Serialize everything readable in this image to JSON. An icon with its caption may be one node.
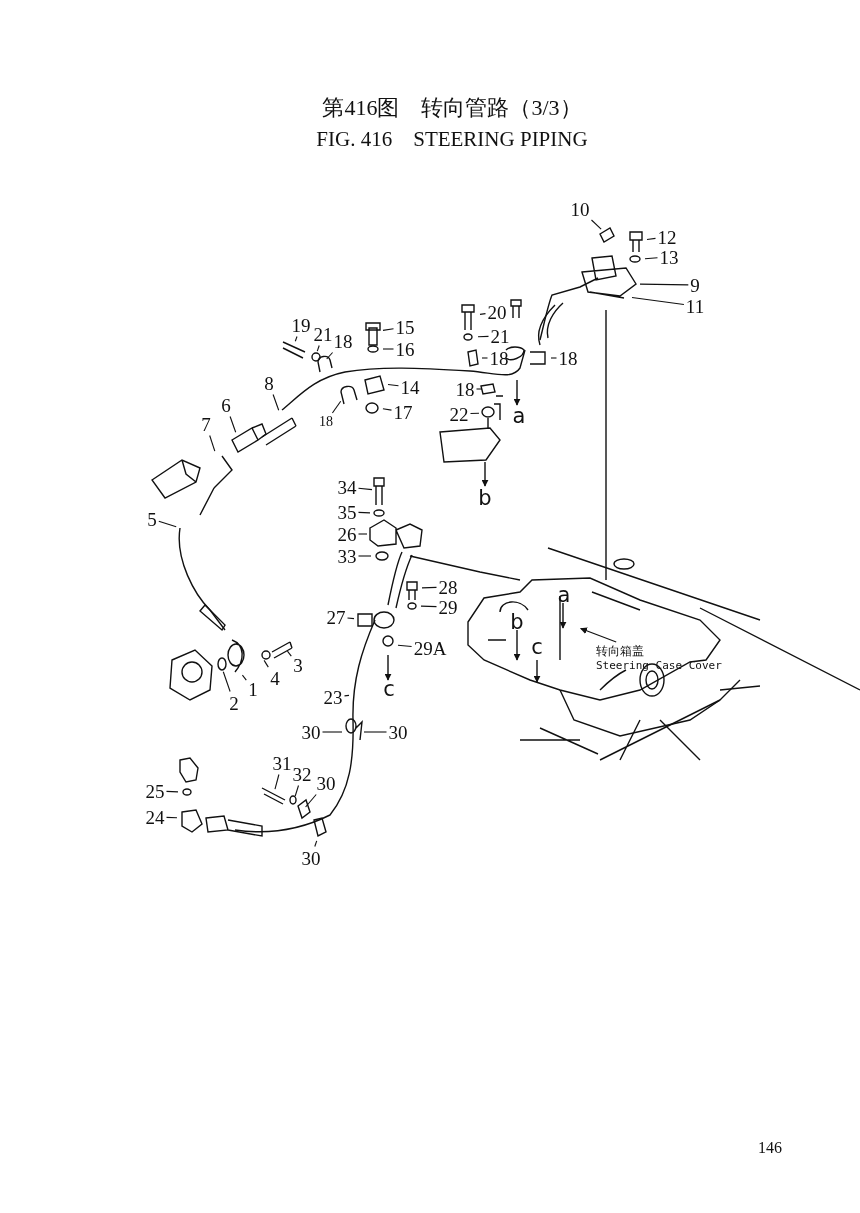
{
  "diagram": {
    "title": "第416图　转向管路（3/3）",
    "caption": "FIG. 416　STEERING PIPING",
    "nodes": [
      {
        "text": [
          "1"
        ]
      },
      {
        "text": [
          "2"
        ]
      },
      {
        "text": [
          "3"
        ]
      },
      {
        "text": [
          "4"
        ]
      },
      {
        "text": [
          "5"
        ]
      },
      {
        "text": [
          "6"
        ]
      },
      {
        "text": [
          "7"
        ]
      },
      {
        "text": [
          "8"
        ]
      },
      {
        "text": [
          "9"
        ]
      },
      {
        "text": [
          "10"
        ]
      },
      {
        "text": [
          "11"
        ]
      },
      {
        "text": [
          "12"
        ]
      },
      {
        "text": [
          "13"
        ]
      },
      {
        "text": [
          "14"
        ]
      },
      {
        "text": [
          "15"
        ]
      },
      {
        "text": [
          "16"
        ]
      },
      {
        "text": [
          "17"
        ]
      },
      {
        "text": [
          "18"
        ]
      },
      {
        "text": [
          "18"
        ]
      },
      {
        "text": [
          "18"
        ]
      },
      {
        "text": [
          "18"
        ]
      },
      {
        "text": [
          "18"
        ]
      },
      {
        "text": [
          "19"
        ]
      },
      {
        "text": [
          "20"
        ]
      },
      {
        "text": [
          "21"
        ]
      },
      {
        "text": [
          "21"
        ]
      },
      {
        "text": [
          "22"
        ]
      },
      {
        "text": [
          "23"
        ]
      },
      {
        "text": [
          "24"
        ]
      },
      {
        "text": [
          "25"
        ]
      },
      {
        "text": [
          "26"
        ]
      },
      {
        "text": [
          "27"
        ]
      },
      {
        "text": [
          "28"
        ]
      },
      {
        "text": [
          "29"
        ]
      },
      {
        "text": [
          "29A"
        ]
      },
      {
        "text": [
          "30"
        ]
      },
      {
        "text": [
          "30"
        ]
      },
      {
        "text": [
          "30"
        ]
      },
      {
        "text": [
          "30"
        ]
      },
      {
        "text": [
          "31"
        ]
      },
      {
        "text": [
          "32"
        ]
      },
      {
        "text": [
          "33"
        ]
      },
      {
        "text": [
          "34"
        ]
      },
      {
        "text": [
          "35"
        ]
      },
      {
        "text": [
          "转向箱盖",
          "Steering Case Cover"
        ]
      }
    ],
    "edges": [
      {
        "from": 0,
        "to": null,
        "arrow": "none"
      },
      {
        "from": 1,
        "to": null,
        "arrow": "none"
      },
      {
        "from": 2,
        "to": null,
        "arrow": "none"
      },
      {
        "from": 3,
        "to": null,
        "arrow": "none"
      },
      {
        "from": 4,
        "to": null,
        "arrow": "none"
      },
      {
        "from": 5,
        "to": null,
        "arrow": "none"
      },
      {
        "from": 6,
        "to": null,
        "arrow": "none"
      },
      {
        "from": 7,
        "to": null,
        "arrow": "none"
      },
      {
        "from": 8,
        "to": null,
        "arrow": "none"
      },
      {
        "from": 9,
        "to": null,
        "arrow": "none"
      },
      {
        "from": 10,
        "to": null,
        "arrow": "none"
      },
      {
        "from": 11,
        "to": null,
        "arrow": "none"
      },
      {
        "from": 12,
        "to": null,
        "arrow": "none"
      },
      {
        "from": 13,
        "to": null,
        "arrow": "none"
      },
      {
        "from": 14,
        "to": null,
        "arrow": "none"
      },
      {
        "from": 15,
        "to": null,
        "arrow": "none"
      },
      {
        "from": 16,
        "to": null,
        "arrow": "none"
      },
      {
        "from": 17,
        "to": null,
        "arrow": "none"
      },
      {
        "from": 18,
        "to": null,
        "arrow": "none"
      },
      {
        "from": 19,
        "to": null,
        "arrow": "none"
      },
      {
        "from": 20,
        "to": null,
        "arrow": "none"
      },
      {
        "from": 21,
        "to": null,
        "arrow": "none"
      },
      {
        "from": 22,
        "to": null,
        "arrow": "none"
      },
      {
        "from": 23,
        "to": null,
        "arrow": "none"
      },
      {
        "from": 24,
        "to": null,
        "arrow": "none"
      },
      {
        "from": 25,
        "to": null,
        "arrow": "none"
      },
      {
        "from": 26,
        "to": null,
        "arrow": "none"
      },
      {
        "from": 27,
        "to": null,
        "arrow": "none"
      },
      {
        "from": 28,
        "to": null,
        "arrow": "none"
      },
      {
        "from": 29,
        "to": null,
        "arrow": "none"
      },
      {
        "from": 30,
        "to": null,
        "arrow": "none"
      },
      {
        "from": 31,
        "to": null,
        "arrow": "none"
      },
      {
        "from": 32,
        "to": null,
        "arrow": "none"
      },
      {
        "from": 33,
        "to": null,
        "arrow": "none"
      },
      {
        "from": 34,
        "to": null,
        "arrow": "none"
      },
      {
        "from": 35,
        "to": null,
        "arrow": "none"
      },
      {
        "from": 36,
        "to": null,
        "arrow": "none"
      },
      {
        "from": 37,
        "to": null,
        "arrow": "none"
      },
      {
        "from": 38,
        "to": null,
        "arrow": "none"
      },
      {
        "from": 39,
        "to": null,
        "arrow": "none"
      },
      {
        "from": 40,
        "to": null,
        "arrow": "none"
      },
      {
        "from": 41,
        "to": null,
        "arrow": "none"
      },
      {
        "from": 42,
        "to": null,
        "arrow": "none"
      },
      {
        "from": 43,
        "to": null,
        "arrow": "none"
      },
      {
        "from": 44,
        "to": null,
        "arrow": "to"
      }
    ],
    "labels": [
      "a",
      "b",
      "a",
      "b",
      "c",
      "c",
      "146"
    ]
  }
}
